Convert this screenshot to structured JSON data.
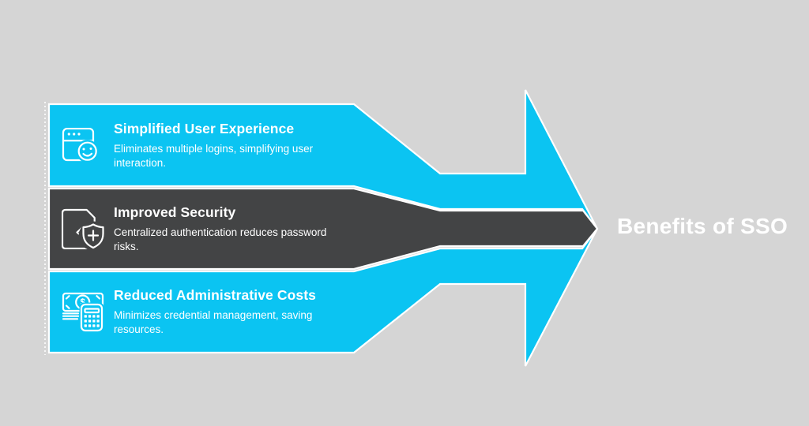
{
  "headline": {
    "text": "Benefits of SSO"
  },
  "colors": {
    "cyan": "#0bc4f2",
    "dark": "#434445",
    "background": "#d5d5d5",
    "text": "#ffffff"
  },
  "bands": [
    {
      "title": "Simplified User Experience",
      "description": "Eliminates multiple logins, simplifying user interaction.",
      "icon": "browser-smiley-icon",
      "theme": "cyan"
    },
    {
      "title": "Improved Security",
      "description": "Centralized authentication reduces password risks.",
      "icon": "document-shield-plus-icon",
      "theme": "dark"
    },
    {
      "title": "Reduced Administrative Costs",
      "description": "Minimizes credential management, saving resources.",
      "icon": "banknote-calculator-icon",
      "icon_glyph": "$",
      "theme": "cyan"
    }
  ]
}
